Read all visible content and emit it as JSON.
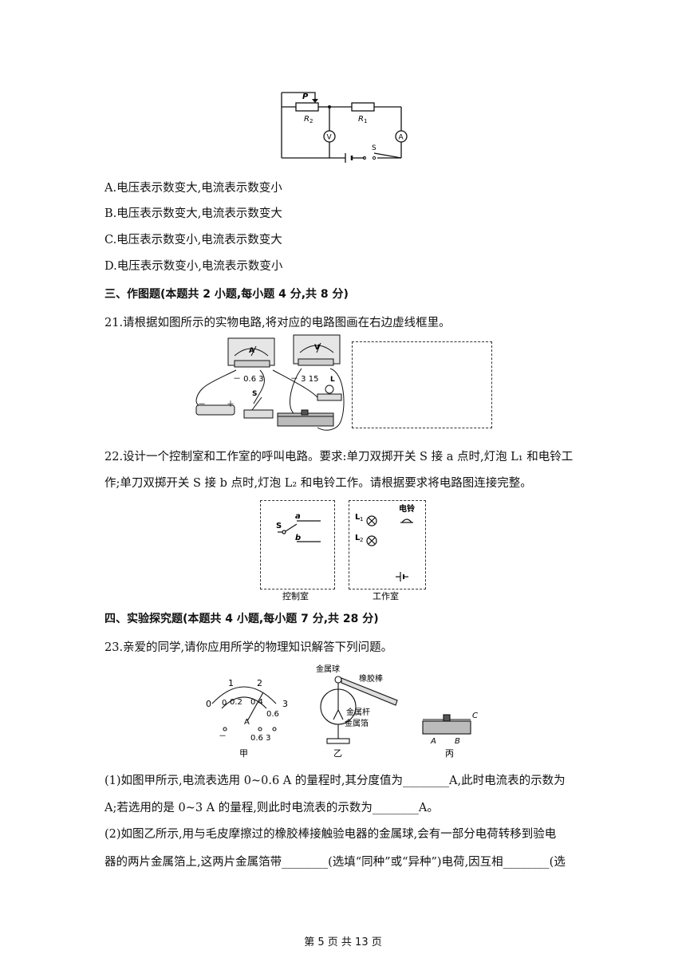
{
  "fig20": {
    "label_P": "P",
    "label_R2": "R",
    "label_R2_sub": "2",
    "label_R1": "R",
    "label_R1_sub": "1",
    "label_V": "V",
    "label_A": "A",
    "label_S": "S"
  },
  "q20_options": [
    "A.电压表示数变大,电流表示数变小",
    "B.电压表示数变大,电流表示数变大",
    "C.电压表示数变小,电流表示数变大",
    "D.电压表示数变小,电流表示数变小"
  ],
  "section3_title": "三、作图题(本题共 2 小题,每小题 4 分,共 8 分)",
  "q21_text": "21.请根据如图所示的实物电路,将对应的电路图画在右边虚线框里。",
  "fig21": {
    "ammeter_A": "A",
    "ammeter_terminals": "－ 0.6 3",
    "voltmeter_V": "V",
    "voltmeter_terminals": "－ 3 15",
    "lamp_L": "L",
    "switch_S": "S",
    "battery_minus": "－",
    "battery_plus": "＋"
  },
  "q22_line1": "22.设计一个控制室和工作室的呼叫电路。要求:单刀双掷开关 S 接 a 点时,灯泡 L₁ 和电铃工",
  "q22_line2": "作;单刀双掷开关 S 接 b 点时,灯泡 L₂ 和电铃工作。请根据要求将电路图连接完整。",
  "fig22": {
    "switch_S": "S",
    "point_a": "a",
    "point_b": "b",
    "lamp_L1": "L",
    "lamp_L1_sub": "1",
    "lamp_L2": "L",
    "lamp_L2_sub": "2",
    "bell": "电铃",
    "caption_left": "控制室",
    "caption_right": "工作室"
  },
  "section4_title": "四、实验探究题(本题共 4 小题,每小题 7 分,共 28 分)",
  "q23_intro": "23.亲爱的同学,请你应用所学的物理知识解答下列问题。",
  "fig23": {
    "scale_0": "0",
    "scale_1": "1",
    "scale_2": "2",
    "scale_3": "3",
    "scale_02": "0.2",
    "scale_04": "0.4",
    "scale_0_inner": "0",
    "scale_06": "0.6",
    "meter_A": "A",
    "terminals": "0.6  3",
    "terminal_minus": "－",
    "caption_jia": "甲",
    "metal_ball": "金属球",
    "rubber_rod": "橡胶棒",
    "metal_rod": "金属杆",
    "metal_foil": "金属箔",
    "caption_yi": "乙",
    "rheo_A": "A",
    "rheo_B": "B",
    "rheo_C": "C",
    "caption_bing": "丙"
  },
  "q23_1_line1": "(1)如图甲所示,电流表选用 0~0.6 A 的量程时,其分度值为________A,此时电流表的示数为",
  "q23_1_line2": "A;若选用的是 0~3 A 的量程,则此时电流表的示数为________A。",
  "q23_2_line1": "(2)如图乙所示,用与毛皮摩擦过的橡胶棒接触验电器的金属球,会有一部分电荷转移到验电",
  "q23_2_line2": "器的两片金属箔上,这两片金属箔带________(选填“同种”或“异种”)电荷,因互相________(选",
  "footer": "第 5 页 共 13 页"
}
